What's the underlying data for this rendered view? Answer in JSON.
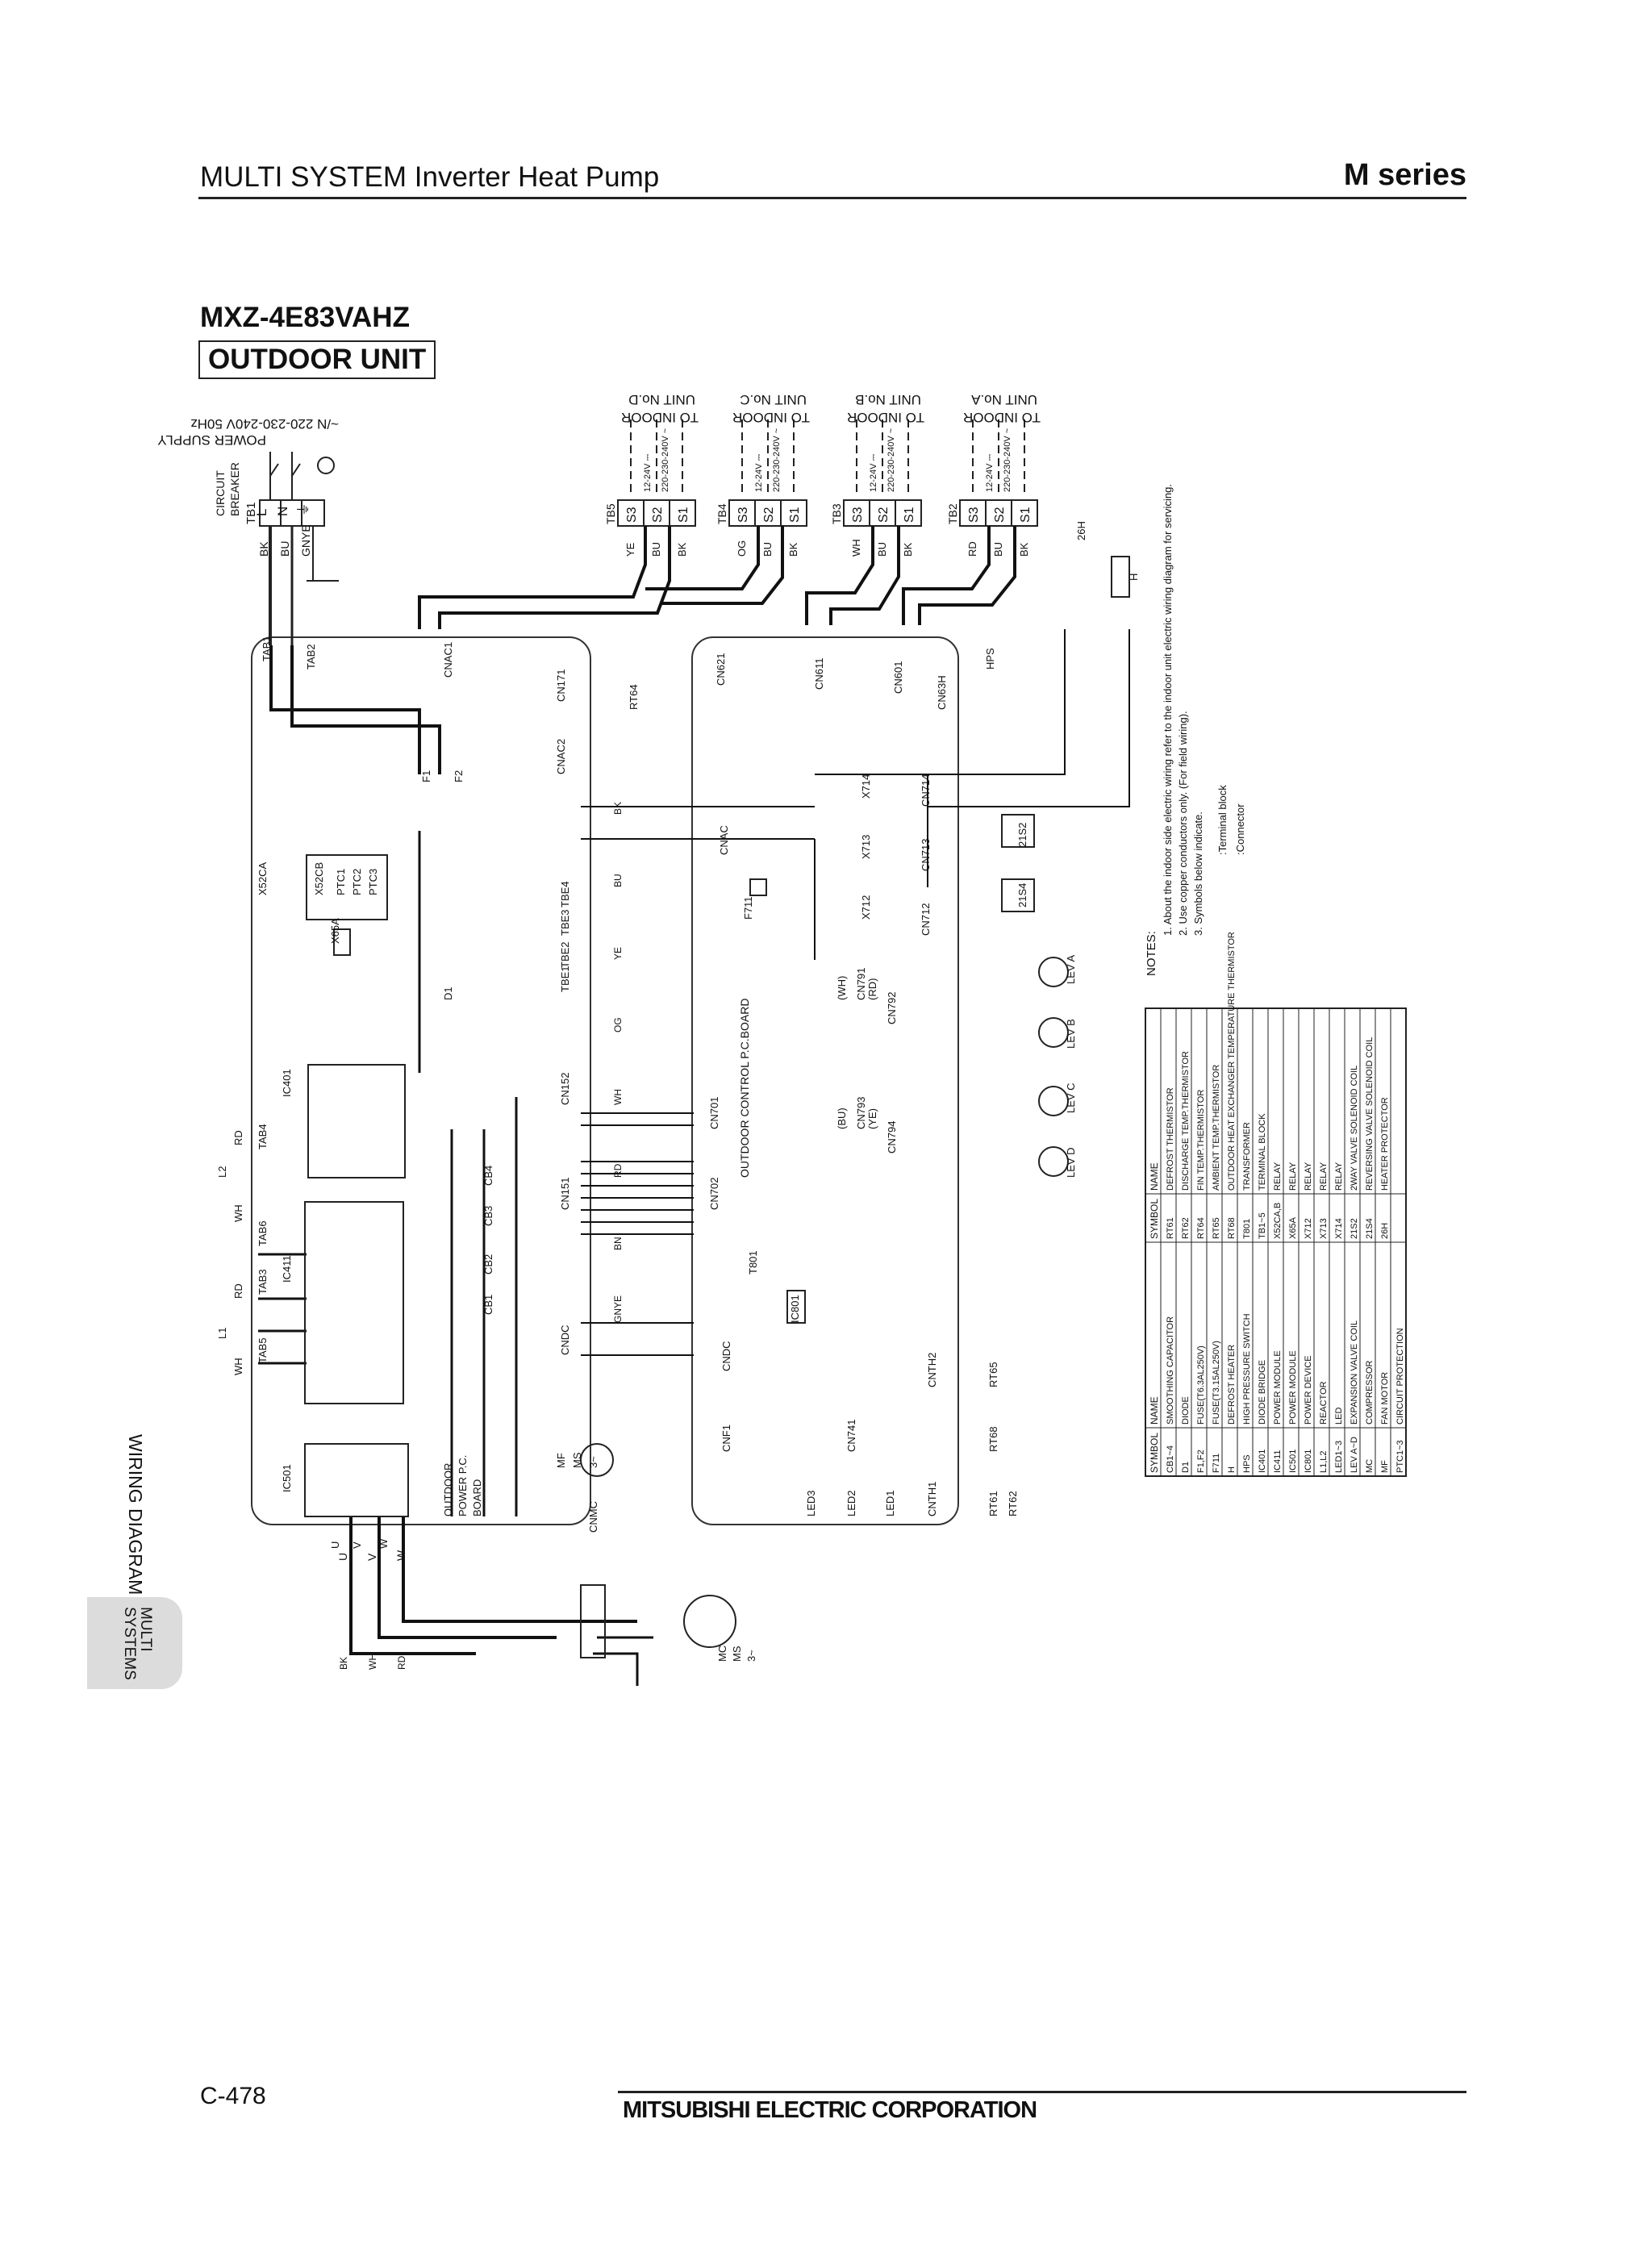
{
  "header": {
    "title": "MULTI SYSTEM Inverter Heat Pump",
    "series": "M series"
  },
  "model": {
    "name": "MXZ-4E83VAHZ",
    "unit_label": "OUTDOOR UNIT"
  },
  "side_tab": {
    "section": "WIRING DIAGRAM",
    "tab_line1": "MULTI",
    "tab_line2": "SYSTEMS"
  },
  "footer": {
    "page": "C-478",
    "company": "MITSUBISHI ELECTRIC CORPORATION"
  },
  "diagram": {
    "power_supply": [
      "POWER SUPPLY",
      "~/N 220-230-240V 50Hz"
    ],
    "circuit_breaker": [
      "CIRCUIT",
      "BREAKER"
    ],
    "tb1_label": "TB1",
    "tb1_terminals": [
      "L",
      "N",
      "⏚"
    ],
    "tb1_wires": [
      "BK",
      "BU",
      "GNYE"
    ],
    "indoor_units": [
      {
        "lines": [
          "TO INDOOR",
          "UNIT No.D"
        ],
        "tb": "TB5",
        "terms": [
          "S3",
          "S2",
          "S1"
        ],
        "volts": [
          "12-24V ⎓",
          "220-230-240V ~"
        ],
        "wires": [
          "YE",
          "BU",
          "BK"
        ]
      },
      {
        "lines": [
          "TO INDOOR",
          "UNIT No.C"
        ],
        "tb": "TB4",
        "terms": [
          "S3",
          "S2",
          "S1"
        ],
        "volts": [
          "12-24V ⎓",
          "220-230-240V ~"
        ],
        "wires": [
          "OG",
          "BU",
          "BK"
        ]
      },
      {
        "lines": [
          "TO INDOOR",
          "UNIT No.B"
        ],
        "tb": "TB3",
        "terms": [
          "S3",
          "S2",
          "S1"
        ],
        "volts": [
          "12-24V ⎓",
          "220-230-240V ~"
        ],
        "wires": [
          "WH",
          "BU",
          "BK"
        ]
      },
      {
        "lines": [
          "TO INDOOR",
          "UNIT No.A"
        ],
        "tb": "TB2",
        "terms": [
          "S3",
          "S2",
          "S1"
        ],
        "volts": [
          "12-24V ⎓",
          "220-230-240V ~"
        ],
        "wires": [
          "RD",
          "BU",
          "BK"
        ]
      }
    ],
    "power_board": {
      "label": [
        "OUTDOOR",
        "POWER P.C.",
        "BOARD"
      ],
      "parts": [
        "TAB1",
        "TAB2",
        "CNAC1",
        "CN171",
        "RT64",
        "F1",
        "F2",
        "CNAC2",
        "X52CA",
        "X52CB",
        "PTC1",
        "PTC2",
        "PTC3",
        "X65A",
        "TBE1",
        "TBE2",
        "TBE3",
        "TBE4",
        "D1",
        "IC401",
        "CN152",
        "CB4",
        "CB3",
        "CB2",
        "CB1",
        "CN151",
        "IC411",
        "CNDC",
        "IC501",
        "TAB4",
        "TAB6",
        "TAB3",
        "TAB5",
        "L1",
        "L2",
        "CNMC",
        "U",
        "V",
        "W"
      ],
      "tab_wires": [
        "RD",
        "WH",
        "RD",
        "WH"
      ]
    },
    "control_board": {
      "label": "OUTDOOR CONTROL P.C.BOARD",
      "parts": [
        "CN621",
        "CN611",
        "CN601",
        "CN63H",
        "HPS",
        "CNAC",
        "F711",
        "X714",
        "X713",
        "X712",
        "CN714",
        "CN713",
        "CN712",
        "21S2",
        "21S4",
        "CN791",
        "CN792",
        "CN793",
        "CN794",
        "LEV A",
        "LEV B",
        "LEV C",
        "LEV D",
        "CN701",
        "CN702",
        "T801",
        "IC801",
        "CNDC",
        "CNTH2",
        "RT65",
        "CNF1",
        "CN741",
        "RT68",
        "CNTH1",
        "RT61",
        "RT62",
        "LED1",
        "LED2",
        "LED3"
      ],
      "connector_colors": [
        "(WH)",
        "(RD)",
        "(BU)",
        "(YE)"
      ]
    },
    "wire_colors": [
      "BK",
      "BU",
      "YE",
      "OG",
      "WH",
      "RD",
      "BN",
      "GNYE"
    ],
    "motors": {
      "fan": [
        "MF",
        "MS",
        "3~"
      ],
      "compressor": [
        "MC",
        "MS",
        "3~"
      ],
      "phase_labels": [
        "U",
        "V",
        "W"
      ],
      "compressor_wires": [
        "BK",
        "WH",
        "RD"
      ]
    },
    "heater": {
      "label": "H",
      "protector": "26H"
    }
  },
  "notes": {
    "title": "NOTES:",
    "items": [
      "1. About the indoor side electric wiring refer to the indoor unit electric wiring diagram for servicing.",
      "2. Use copper conductors only. (For field wiring).",
      "3. Symbols below indicate."
    ],
    "symbols": [
      ":Terminal block",
      ":Connector"
    ]
  },
  "legend": {
    "headers": [
      "SYMBOL",
      "NAME"
    ],
    "left": [
      [
        "CB1~4",
        "SMOOTHING CAPACITOR"
      ],
      [
        "D1",
        "DIODE"
      ],
      [
        "F1,F2",
        "FUSE(T6.3AL250V)"
      ],
      [
        "F711",
        "FUSE(T3.15AL250V)"
      ],
      [
        "H",
        "DEFROST HEATER"
      ],
      [
        "HPS",
        "HIGH PRESSURE SWITCH"
      ],
      [
        "IC401",
        "DIODE BRIDGE"
      ],
      [
        "IC411",
        "POWER MODULE"
      ],
      [
        "IC501",
        "POWER MODULE"
      ],
      [
        "IC801",
        "POWER DEVICE"
      ],
      [
        "L1,L2",
        "REACTOR"
      ],
      [
        "LED1~3",
        "LED"
      ],
      [
        "LEV A~D",
        "EXPANSION VALVE COIL"
      ],
      [
        "MC",
        "COMPRESSOR"
      ],
      [
        "MF",
        "FAN MOTOR"
      ],
      [
        "PTC1~3",
        "CIRCUIT PROTECTION"
      ]
    ],
    "right": [
      [
        "RT61",
        "DEFROST THERMISTOR"
      ],
      [
        "RT62",
        "DISCHARGE TEMP.THERMISTOR"
      ],
      [
        "RT64",
        "FIN TEMP.THERMISTOR"
      ],
      [
        "RT65",
        "AMBIENT TEMP.THERMISTOR"
      ],
      [
        "RT68",
        "OUTDOOR HEAT EXCHANGER TEMPERATURE THERMISTOR"
      ],
      [
        "T801",
        "TRANSFORMER"
      ],
      [
        "TB1~5",
        "TERMINAL BLOCK"
      ],
      [
        "X52CA,B",
        "RELAY"
      ],
      [
        "X65A",
        "RELAY"
      ],
      [
        "X712",
        "RELAY"
      ],
      [
        "X713",
        "RELAY"
      ],
      [
        "X714",
        "RELAY"
      ],
      [
        "21S2",
        "2WAY VALVE SOLENOID COIL"
      ],
      [
        "21S4",
        "REVERSING VALVE SOLENOID COIL"
      ],
      [
        "26H",
        "HEATER PROTECTOR"
      ]
    ]
  }
}
